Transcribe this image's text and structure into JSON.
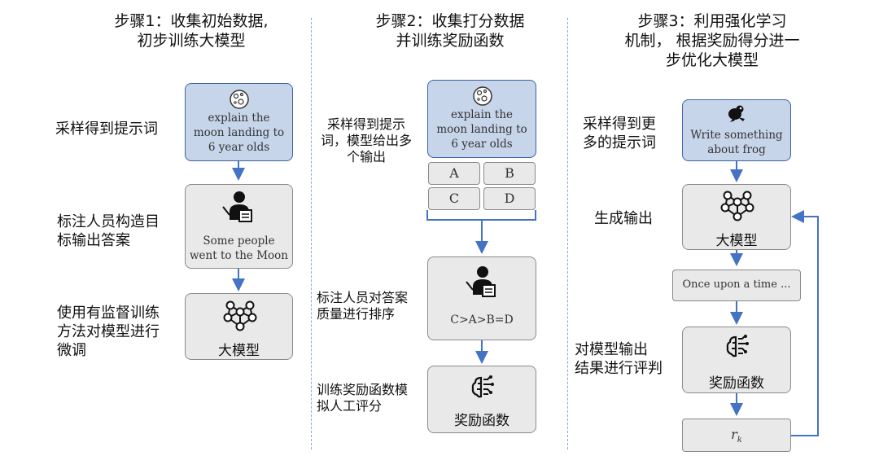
{
  "steps": [
    {
      "title": "步骤1：收集初始数据,\n初步训练大模型",
      "labels": [
        "采样得到提示词",
        "标注人员构造目\n标输出答案",
        "使用有监督训练\n方法对模型进行\n微调"
      ],
      "prompt": "explain the\nmoon landing to\n6 year olds",
      "demo_output": "Some people\nwent to the Moon",
      "model": "大模型"
    },
    {
      "title": "步骤2：收集打分数据\n并训练奖励函数",
      "labels": [
        "采样得到提示\n词，模型给出多\n个输出",
        "标注人员对答案\n质量进行排序",
        "训练奖励函数模\n拟人工评分"
      ],
      "prompt": "explain the\nmoon landing to\n6 year olds",
      "outputs": [
        "A",
        "B",
        "C",
        "D"
      ],
      "ranking": "C>A>B=D",
      "reward": "奖励函数"
    },
    {
      "title": "步骤3：利用强化学习\n机制， 根据奖励得分进一\n步优化大模型",
      "labels": [
        "采样得到更\n多的提示词",
        "生成输出",
        "对模型输出\n结果进行评判"
      ],
      "prompt": "Write something\nabout frog",
      "model": "大模型",
      "output": "Once upon a time ...",
      "reward": "奖励函数",
      "score": "r",
      "score_sub": "k"
    }
  ],
  "colors": {
    "accent": "#4472c4",
    "prompt_fill": "#c7d5ea",
    "box_fill": "#e9e9e9"
  }
}
